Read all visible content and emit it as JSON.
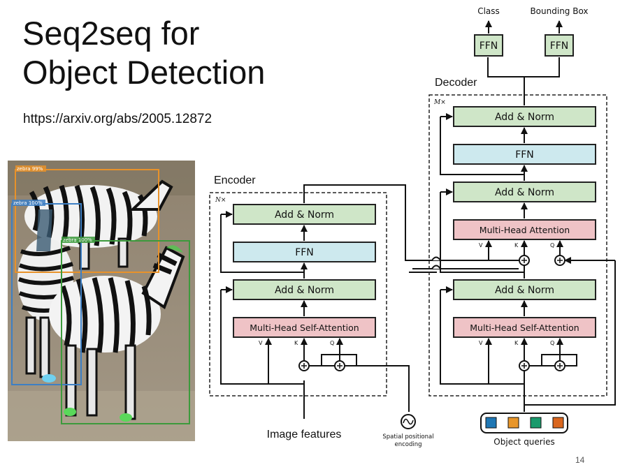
{
  "slide": {
    "title_line1": "Seq2seq for",
    "title_line2": "Object Detection",
    "url": "https://arxiv.org/abs/2005.12872",
    "page_number": "14"
  },
  "photo": {
    "detections": [
      {
        "label": "zebra 99%",
        "color": "#e8922a"
      },
      {
        "label": "zebra 100%",
        "color": "#3d7fc4"
      },
      {
        "label": "zebra 100%",
        "color": "#3c9a3c"
      }
    ]
  },
  "diagram": {
    "encoder": {
      "label": "Encoder",
      "repeat": "N×",
      "add_norm_top": "Add & Norm",
      "ffn": "FFN",
      "add_norm_bottom": "Add & Norm",
      "attention": "Multi-Head Self-Attention",
      "v": "V",
      "k": "K",
      "q": "Q",
      "input_label": "Image features"
    },
    "pos_encoding": {
      "line1": "Spatial positional",
      "line2": "encoding"
    },
    "decoder": {
      "label": "Decoder",
      "repeat": "M×",
      "add_norm_top": "Add & Norm",
      "ffn": "FFN",
      "add_norm_mid": "Add & Norm",
      "cross_attention": "Multi-Head Attention",
      "add_norm_bottom": "Add & Norm",
      "self_attention": "Multi-Head Self-Attention",
      "v": "V",
      "k": "K",
      "q": "Q",
      "queries_label": "Object queries",
      "query_colors": [
        "#1f77b4",
        "#e8962a",
        "#1a9a6c",
        "#d9661e"
      ]
    },
    "heads": [
      {
        "name": "Class",
        "ffn": "FFN"
      },
      {
        "name": "Bounding Box",
        "ffn": "FFN"
      }
    ],
    "colors": {
      "green": "#cfe6c8",
      "blue": "#cde9ee",
      "red": "#efc3c6"
    }
  }
}
